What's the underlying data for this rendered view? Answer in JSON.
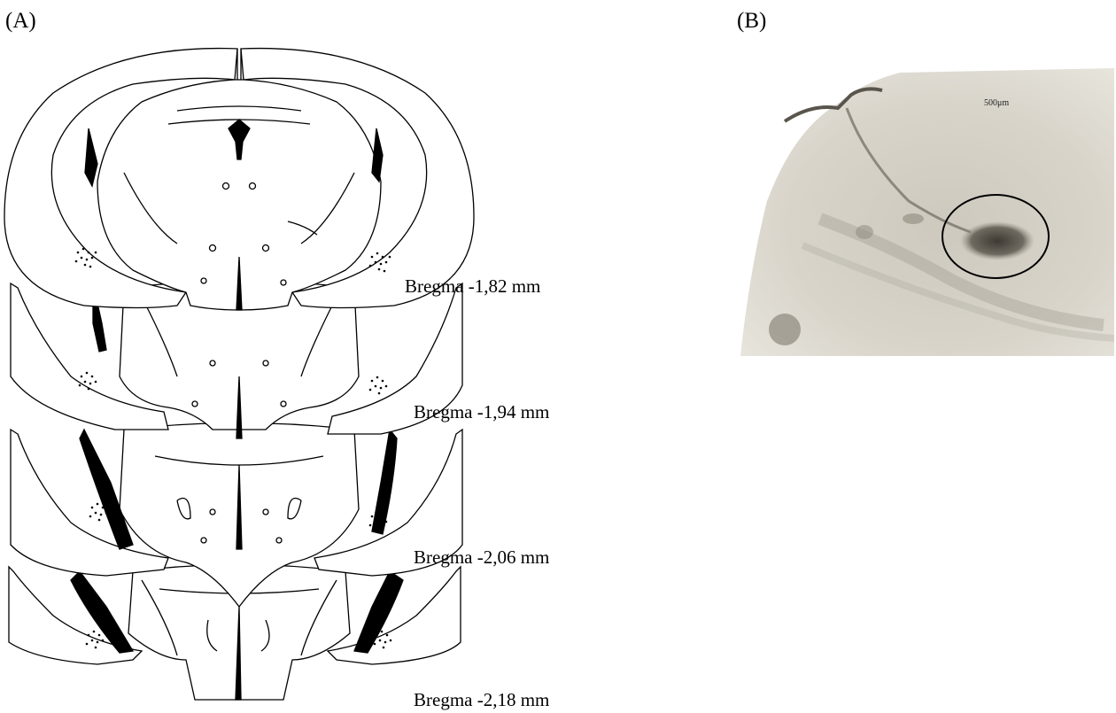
{
  "panels": {
    "a": {
      "label": "(A)"
    },
    "b": {
      "label": "(B)"
    }
  },
  "sections": [
    {
      "label": "Bregma -1,82 mm"
    },
    {
      "label": "Bregma -1,94 mm"
    },
    {
      "label": "Bregma -2,06 mm"
    },
    {
      "label": "Bregma -2,18 mm"
    }
  ],
  "micrograph": {
    "scale_label": "500μm"
  },
  "colors": {
    "line": "#000000",
    "lesion": "#000000",
    "tissue_light": "#d4d0c6",
    "tissue_dark": "#4a463f"
  }
}
